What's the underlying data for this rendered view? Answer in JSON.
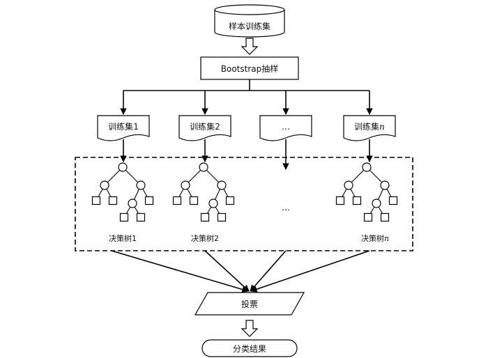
{
  "diagram": {
    "sample_set_label": "样本训练集",
    "bootstrap_label": "Bootstrap抽样",
    "subsets": [
      {
        "prefix": "训练集",
        "suffix": "1",
        "suffix_italic": false
      },
      {
        "prefix": "训练集",
        "suffix": "2",
        "suffix_italic": false
      },
      {
        "prefix": "…",
        "suffix": "",
        "suffix_italic": false
      },
      {
        "prefix": "训练集",
        "suffix": "n",
        "suffix_italic": true
      }
    ],
    "trees": [
      {
        "prefix": "决策树",
        "suffix": "1",
        "suffix_italic": false
      },
      {
        "prefix": "决策树",
        "suffix": "2",
        "suffix_italic": false
      },
      {
        "prefix": "决策树",
        "suffix": "n",
        "suffix_italic": true
      }
    ],
    "middle_ellipsis": "…",
    "vote_label": "投票",
    "result_label": "分类结果"
  },
  "colors": {
    "stroke": "#000000",
    "fill": "#ffffff"
  }
}
